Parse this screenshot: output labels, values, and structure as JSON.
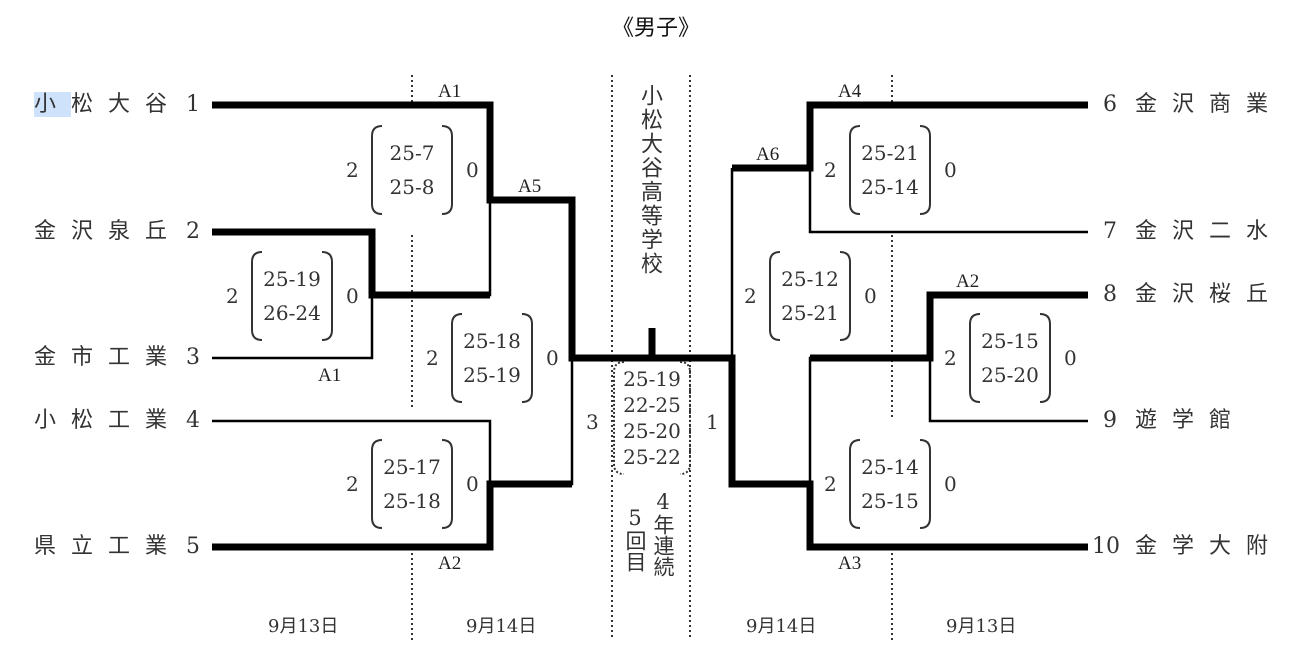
{
  "title": "《男子》",
  "colors": {
    "line": "#000000",
    "dotted": "#333333",
    "highlight": "#cfe2fb"
  },
  "left_teams": [
    {
      "seed": "1",
      "name_first": "小",
      "name_rest": "松大谷"
    },
    {
      "seed": "2",
      "name_first": "金",
      "name_rest": "沢泉丘"
    },
    {
      "seed": "3",
      "name_first": "金",
      "name_rest": "市工業"
    },
    {
      "seed": "4",
      "name_first": "小",
      "name_rest": "松工業"
    },
    {
      "seed": "5",
      "name_first": "県",
      "name_rest": "立工業"
    }
  ],
  "right_teams": [
    {
      "seed": "6",
      "name": "金沢商業"
    },
    {
      "seed": "7",
      "name": "金沢二水"
    },
    {
      "seed": "8",
      "name": "金沢桜丘"
    },
    {
      "seed": "9",
      "name": "遊 学 館"
    },
    {
      "seed": "10",
      "name": "金学大附"
    }
  ],
  "matches": [
    {
      "id": "m_left_r1_a1",
      "court": "A1",
      "winner_sets": "2",
      "loser_sets": "0",
      "sets": [
        "25-19",
        "26-24"
      ]
    },
    {
      "id": "m_left_r2_a1",
      "court": "A1",
      "winner_sets": "2",
      "loser_sets": "0",
      "sets": [
        "25-7",
        "25-8"
      ]
    },
    {
      "id": "m_left_r2_a2",
      "court": "A2",
      "winner_sets": "2",
      "loser_sets": "0",
      "sets": [
        "25-17",
        "25-18"
      ]
    },
    {
      "id": "m_left_semi_a5",
      "court": "A5",
      "winner_sets": "2",
      "loser_sets": "0",
      "sets": [
        "25-18",
        "25-19"
      ]
    },
    {
      "id": "m_right_r1_a4",
      "court": "A4",
      "winner_sets": "2",
      "loser_sets": "0",
      "sets": [
        "25-21",
        "25-14"
      ]
    },
    {
      "id": "m_right_r1_a2",
      "court": "A2",
      "winner_sets": "2",
      "loser_sets": "0",
      "sets": [
        "25-15",
        "25-20"
      ]
    },
    {
      "id": "m_right_r2_a3",
      "court": "A3",
      "winner_sets": "2",
      "loser_sets": "0",
      "sets": [
        "25-14",
        "25-15"
      ]
    },
    {
      "id": "m_right_semi_a6",
      "court": "A6",
      "winner_sets": "2",
      "loser_sets": "0",
      "sets": [
        "25-12",
        "25-21"
      ]
    }
  ],
  "final": {
    "champion": "小松大谷高等学校",
    "left_sets": "3",
    "right_sets": "1",
    "sets": [
      "25-19",
      "22-25",
      "25-20",
      "25-22"
    ],
    "note_times": "5回目",
    "note_streak": "4年連続"
  },
  "dates": [
    "9月13日",
    "9月14日",
    "9月14日",
    "9月13日"
  ]
}
